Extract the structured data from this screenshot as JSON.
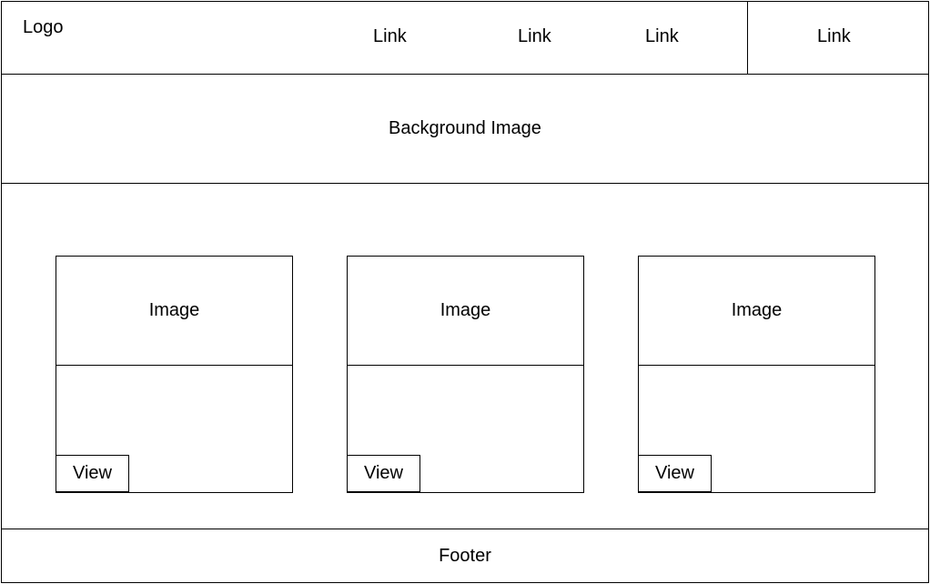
{
  "header": {
    "logo": "Logo",
    "links": [
      "Link",
      "Link",
      "Link",
      "Link"
    ]
  },
  "hero": {
    "label": "Background Image"
  },
  "cards": [
    {
      "image_label": "Image",
      "view_label": "View"
    },
    {
      "image_label": "Image",
      "view_label": "View"
    },
    {
      "image_label": "Image",
      "view_label": "View"
    }
  ],
  "footer": {
    "label": "Footer"
  }
}
